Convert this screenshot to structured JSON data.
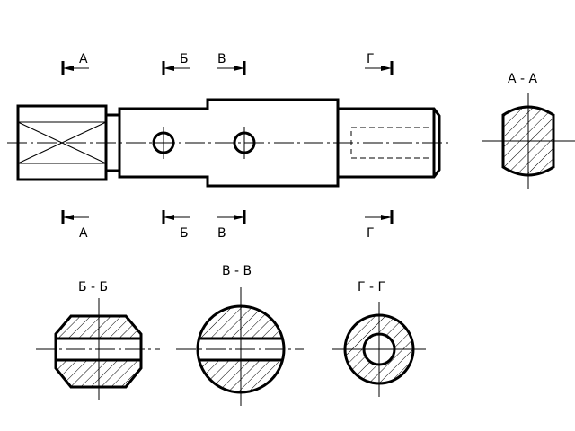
{
  "labels": {
    "cut_a": "А",
    "cut_b": "Б",
    "cut_v": "В",
    "cut_g": "Г",
    "section_a": "А - А",
    "section_b": "Б - Б",
    "section_v": "В - В",
    "section_g": "Г - Г"
  },
  "colors": {
    "line": "#000000",
    "background": "#ffffff"
  }
}
